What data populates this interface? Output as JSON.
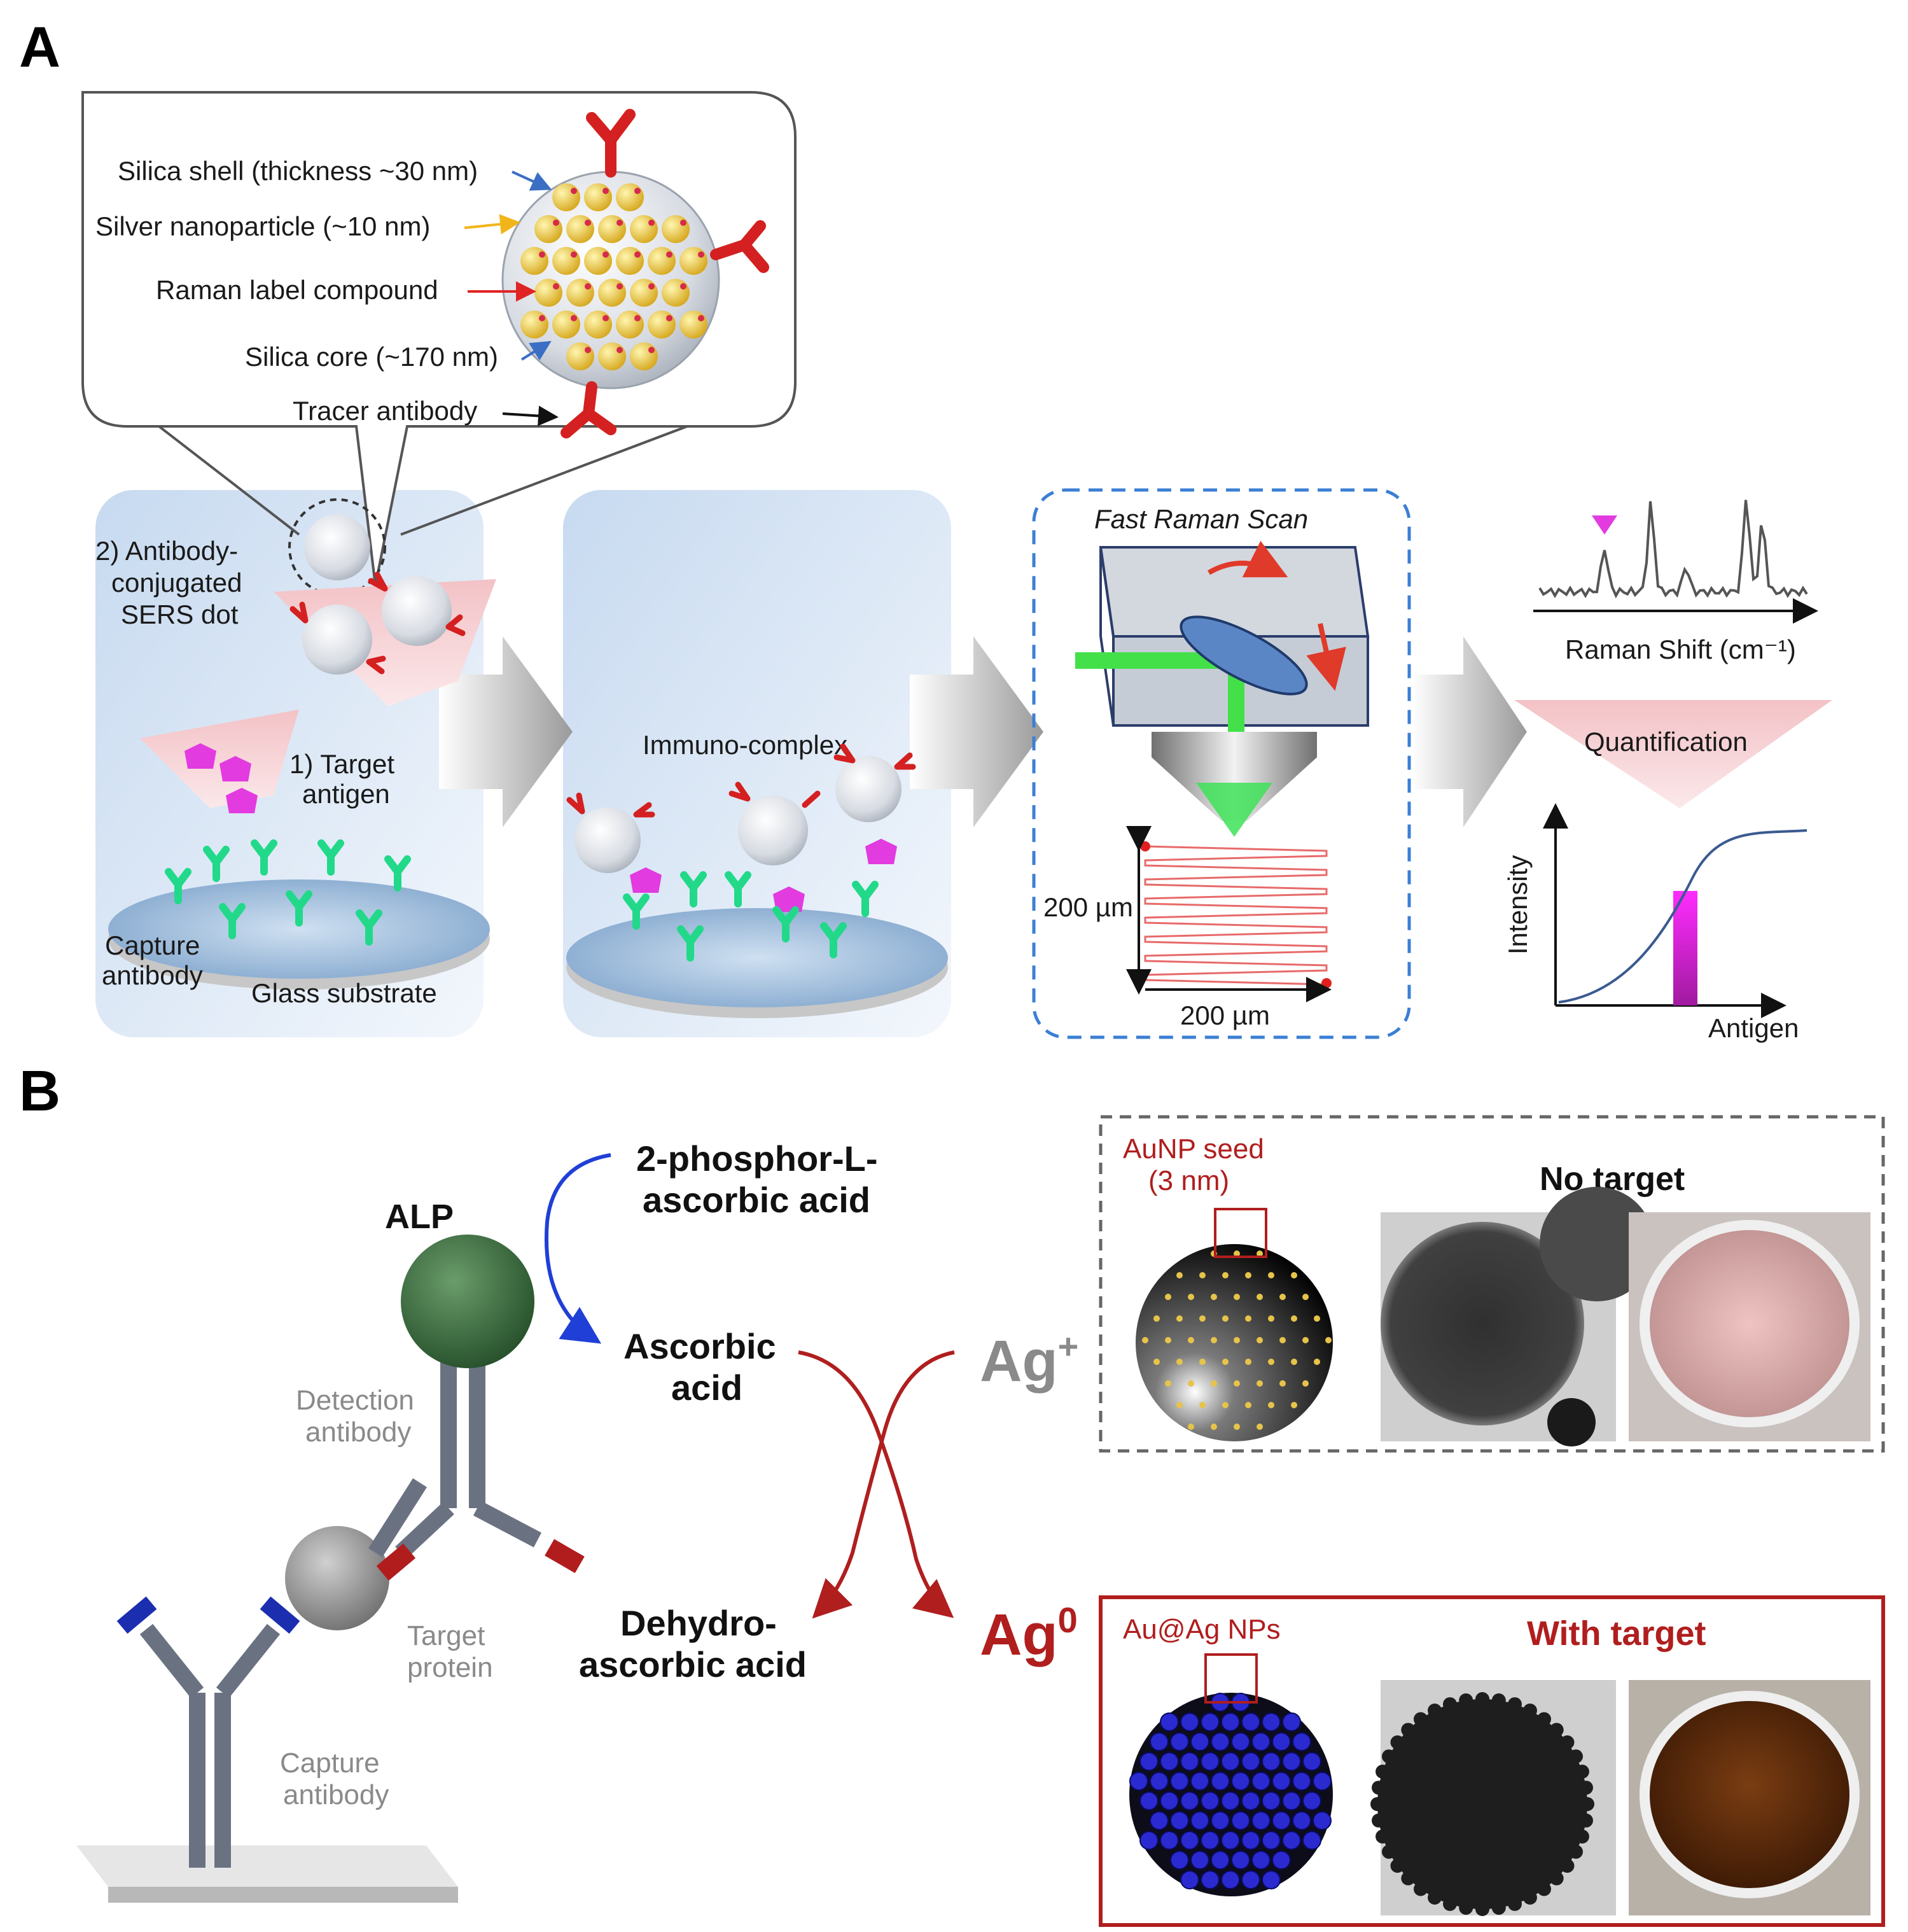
{
  "panels": {
    "a": "A",
    "b": "B"
  },
  "panel_a": {
    "callout": {
      "silica_shell": "Silica shell (thickness ~30 nm)",
      "silver_np": "Silver nanoparticle (~10 nm)",
      "raman_label": "Raman label compound",
      "silica_core": "Silica core (~170 nm)",
      "tracer": "Tracer antibody"
    },
    "step1": {
      "sers_line1": "2) Antibody-",
      "sers_line2": "conjugated",
      "sers_line3": "SERS dot",
      "target_line1": "1) Target",
      "target_line2": "antigen",
      "capture_line1": "Capture",
      "capture_line2": "antibody",
      "glass": "Glass substrate"
    },
    "step2": {
      "immuno": "Immuno-complex"
    },
    "scan": {
      "title": "Fast Raman Scan",
      "dim_v": "200 µm",
      "dim_h": "200 µm"
    },
    "result": {
      "raman_axis": "Raman Shift (cm⁻¹)",
      "quant": "Quantification",
      "y_axis": "Intensity",
      "x_axis": "Antigen"
    },
    "colors": {
      "antibody_red": "#d42020",
      "capture_green": "#22d98a",
      "antigen_magenta": "#e23be0",
      "scan_blue": "#3b7fd4"
    }
  },
  "panel_b": {
    "alp": "ALP",
    "detection_line1": "Detection",
    "detection_line2": "antibody",
    "target_line1": "Target",
    "target_line2": "protein",
    "capture_line1": "Capture",
    "capture_line2": "antibody",
    "substrate_line1": "2-phosphor-L-",
    "substrate_line2": "ascorbic acid",
    "ascorbic_line1": "Ascorbic",
    "ascorbic_line2": "acid",
    "dehydro_line1": "Dehydro-",
    "dehydro_line2": "ascorbic acid",
    "ag_plus": "Ag",
    "ag_plus_sup": "+",
    "ag_zero": "Ag",
    "ag_zero_sup": "0",
    "seed_line1": "AuNP seed",
    "seed_line2": "(3 nm)",
    "no_target": "No target",
    "auag": "Au@Ag NPs",
    "with_target": "With target",
    "colors": {
      "dark_red": "#b01e1e",
      "arrow_blue": "#1f3fd6",
      "ag_grey": "#8a8a8a"
    }
  }
}
